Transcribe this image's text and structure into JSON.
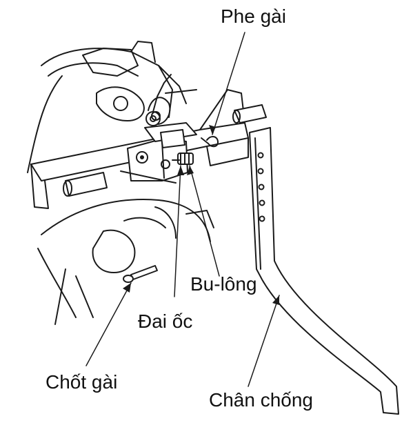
{
  "labels": {
    "phe_gai": "Phe gài",
    "bu_long": "Bu-lông",
    "dai_oc": "Đai ốc",
    "chot_gai": "Chốt gài",
    "chan_chong": "Chân chống"
  },
  "colors": {
    "ink": "#1a1a1a",
    "background": "#ffffff"
  }
}
